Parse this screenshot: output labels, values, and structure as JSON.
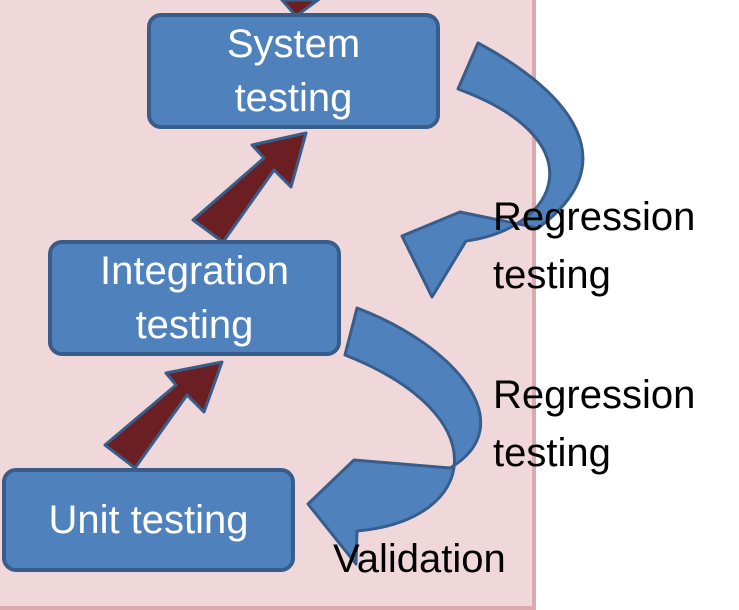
{
  "nodes": {
    "system": {
      "line1": "System",
      "line2": "testing"
    },
    "integration": {
      "line1": "Integration",
      "line2": "testing"
    },
    "unit": {
      "line1": "Unit testing"
    }
  },
  "labels": {
    "regression_1": {
      "line1": "Regression",
      "line2": "testing"
    },
    "regression_2": {
      "line1": "Regression",
      "line2": "testing"
    },
    "validation": "Validation"
  },
  "colors": {
    "panel_background": "#f0d8da",
    "panel_border": "#dcaaae",
    "box_fill": "#4f81bd",
    "box_border": "#385d8a",
    "up_arrow_fill": "#6b1f22",
    "curved_arrow_fill": "#4f81bd"
  }
}
